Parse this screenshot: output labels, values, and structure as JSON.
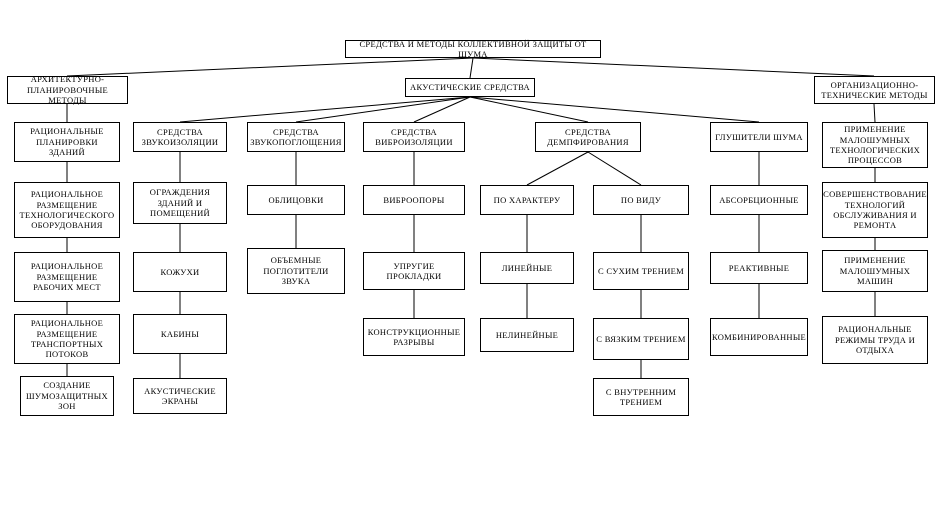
{
  "diagram": {
    "root": "СРЕДСТВА И МЕТОДЫ КОЛЛЕКТИВНОЙ ЗАЩИТЫ ОТ ШУМА",
    "branches": {
      "architectural": {
        "label": "АРХИТЕКТУРНО-ПЛАНИРОВОЧНЫЕ МЕТОДЫ",
        "items": [
          "РАЦИОНАЛЬНЫЕ ПЛАНИРОВКИ ЗДАНИЙ",
          "РАЦИОНАЛЬНОЕ РАЗМЕЩЕНИЕ ТЕХНОЛОГИЧЕСКОГО ОБОРУДОВАНИЯ",
          "РАЦИОНАЛЬНОЕ РАЗМЕЩЕНИЕ РАБОЧИХ МЕСТ",
          "РАЦИОНАЛЬНОЕ РАЗМЕЩЕНИЕ ТРАНСПОРТНЫХ ПОТОКОВ",
          "СОЗДАНИЕ ШУМОЗАЩИТНЫХ ЗОН"
        ]
      },
      "acoustic": {
        "label": "АКУСТИЧЕСКИЕ СРЕДСТВА",
        "groups": {
          "soundproofing": {
            "label": "СРЕДСТВА ЗВУКОИЗОЛЯЦИИ",
            "items": [
              "ОГРАЖДЕНИЯ ЗДАНИЙ И ПОМЕЩЕНИЙ",
              "КОЖУХИ",
              "КАБИНЫ",
              "АКУСТИЧЕСКИЕ ЭКРАНЫ"
            ]
          },
          "absorption": {
            "label": "СРЕДСТВА ЗВУКОПОГЛОЩЕНИЯ",
            "items": [
              "ОБЛИЦОВКИ",
              "ОБЪЕМНЫЕ ПОГЛОТИТЕЛИ ЗВУКА"
            ]
          },
          "vibroisolation": {
            "label": "СРЕДСТВА ВИБРОИЗОЛЯЦИИ",
            "items": [
              "ВИБРООПОРЫ",
              "УПРУГИЕ ПРОКЛАДКИ",
              "КОНСТРУКЦИОННЫЕ РАЗРЫВЫ"
            ]
          },
          "damping": {
            "label": "СРЕДСТВА ДЕМПФИРОВАНИЯ",
            "subgroups": {
              "by_character": {
                "label": "ПО ХАРАКТЕРУ",
                "items": [
                  "ЛИНЕЙНЫЕ",
                  "НЕЛИНЕЙНЫЕ"
                ]
              },
              "by_kind": {
                "label": "ПО ВИДУ",
                "items": [
                  "С СУХИМ ТРЕНИЕМ",
                  "С ВЯЗКИМ ТРЕНИЕМ",
                  "С ВНУТРЕННИМ ТРЕНИЕМ"
                ]
              }
            }
          },
          "silencers": {
            "label": "ГЛУШИТЕЛИ ШУМА",
            "items": [
              "АБСОРБЦИОННЫЕ",
              "РЕАКТИВНЫЕ",
              "КОМБИНИРОВАННЫЕ"
            ]
          }
        }
      },
      "organizational": {
        "label": "ОРГАНИЗАЦИОННО-ТЕХНИЧЕСКИЕ МЕТОДЫ",
        "items": [
          "ПРИМЕНЕНИЕ МАЛОШУМНЫХ ТЕХНОЛОГИЧЕСКИХ ПРОЦЕССОВ",
          "СОВЕРШЕНСТВОВАНИЕ ТЕХНОЛОГИЙ ОБСЛУЖИВАНИЯ И РЕМОНТА",
          "ПРИМЕНЕНИЕ МАЛОШУМНЫХ МАШИН",
          "РАЦИОНАЛЬНЫЕ РЕЖИМЫ ТРУДА И ОТДЫХА"
        ]
      }
    }
  }
}
